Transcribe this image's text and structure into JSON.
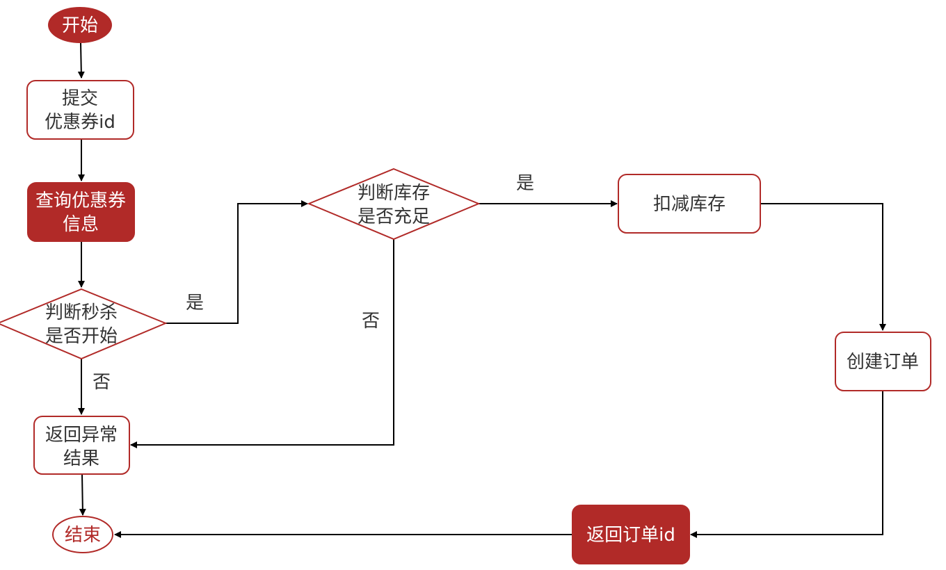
{
  "nodes": {
    "start": {
      "label": "开始"
    },
    "submit": {
      "line1": "提交",
      "line2": "优惠券id"
    },
    "query": {
      "line1": "查询优惠券",
      "line2": "信息"
    },
    "check_seckill": {
      "line1": "判断秒杀",
      "line2": "是否开始"
    },
    "check_stock": {
      "line1": "判断库存",
      "line2": "是否充足"
    },
    "deduct": {
      "label": "扣减库存"
    },
    "create_order": {
      "label": "创建订单"
    },
    "return_error": {
      "line1": "返回异常",
      "line2": "结果"
    },
    "return_order": {
      "label": "返回订单id"
    },
    "end": {
      "label": "结束"
    }
  },
  "edge_labels": {
    "seckill_yes": "是",
    "seckill_no": "否",
    "stock_yes": "是",
    "stock_no": "否"
  },
  "colors": {
    "accent": "#b12a28",
    "text": "#333333",
    "edge": "#000000"
  }
}
